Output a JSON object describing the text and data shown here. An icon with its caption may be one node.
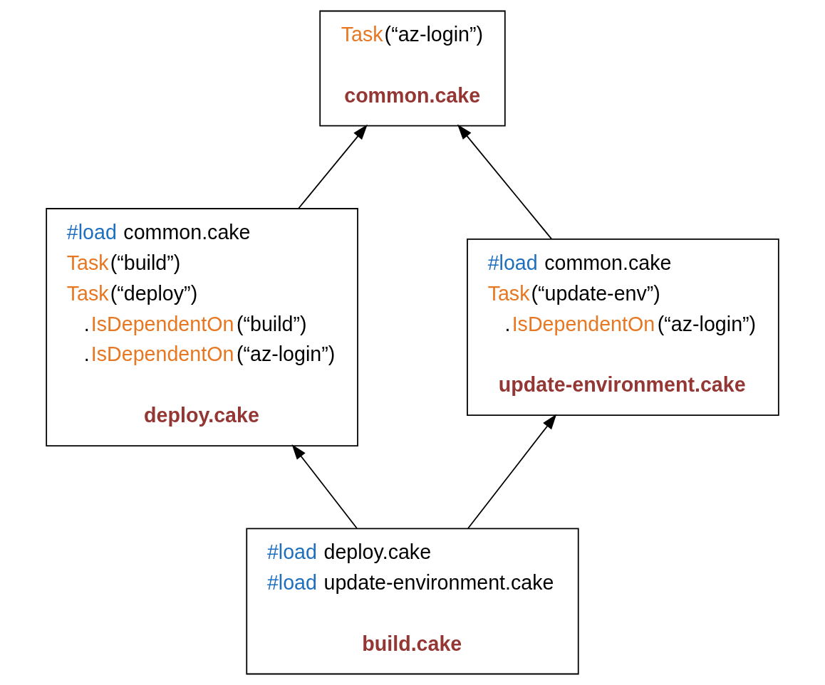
{
  "diagram": {
    "nodes": [
      {
        "text": [
          "Task(“az-login”)",
          "common.cake"
        ]
      },
      {
        "text": [
          "#load common.cake",
          "Task(“build”)",
          "Task(“deploy”)",
          ".IsDependentOn(“build”)",
          ".IsDependentOn(“az-login”)",
          "deploy.cake"
        ]
      },
      {
        "text": [
          "#load common.cake",
          "Task(“update-env”)",
          ".IsDependentOn(“az-login”)",
          "update-environment.cake"
        ]
      },
      {
        "text": [
          "#load deploy.cake",
          "#load update-environment.cake",
          "build.cake"
        ]
      }
    ],
    "edges": [
      {
        "from": 1,
        "to": 0,
        "arrow": "to"
      },
      {
        "from": 2,
        "to": 0,
        "arrow": "to"
      },
      {
        "from": 3,
        "to": 1,
        "arrow": "to"
      },
      {
        "from": 3,
        "to": 2,
        "arrow": "to"
      }
    ]
  }
}
